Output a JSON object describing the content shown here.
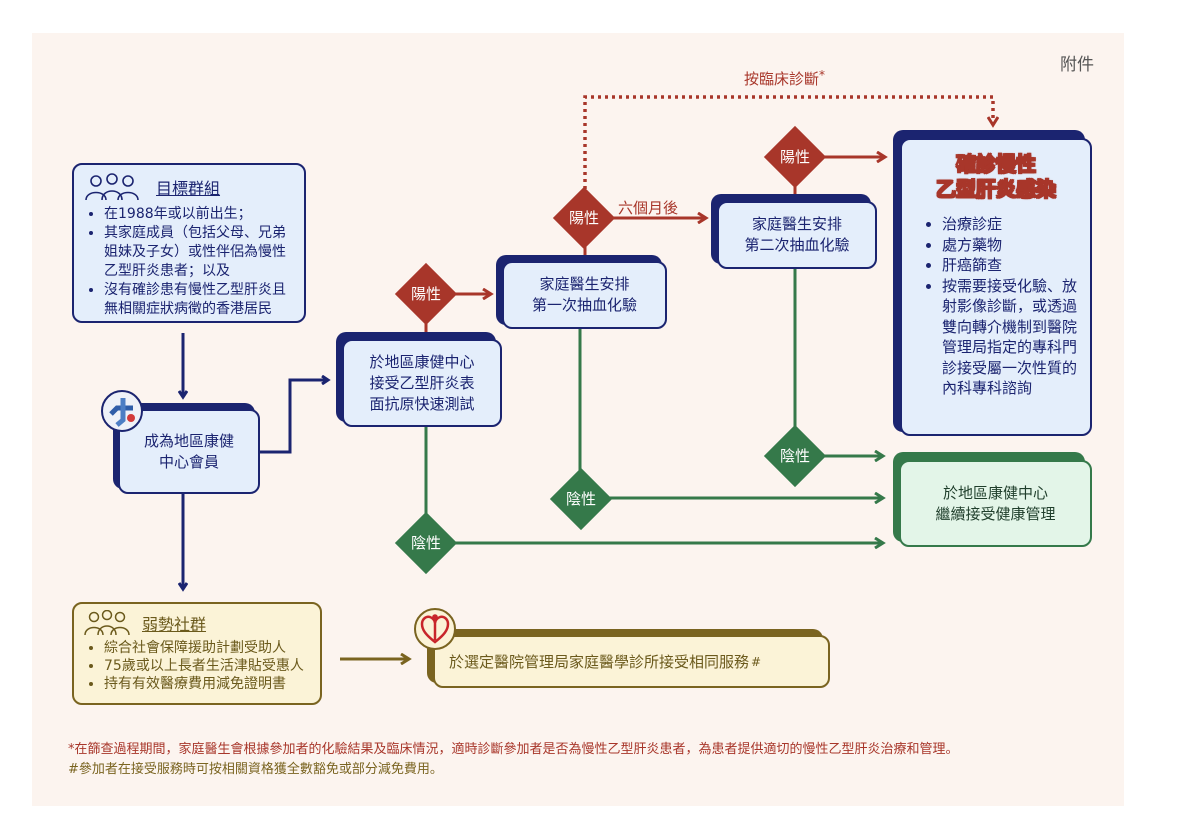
{
  "annex_label": "附件",
  "clinical_diagnosis_label": "按臨床診斷",
  "asterisk": "*",
  "hash": "#",
  "target_group": {
    "title": "目標群組",
    "icon": "people-group-icon",
    "items": [
      "在1988年或以前出生；",
      "其家庭成員（包括父母、兄弟姐妹及子女）或性伴侶為慢性乙型肝炎患者；以及",
      "沒有確診患有慢性乙型肝炎且無相關症狀病徵的香港居民"
    ]
  },
  "membership": {
    "text": "成為地區康健中心會員",
    "line1": "成為地區康健",
    "line2": "中心會員",
    "icon": "dhc-logo-icon"
  },
  "rapid_test": {
    "line1": "於地區康健中心",
    "line2": "接受乙型肝炎表",
    "line3": "面抗原快速測試"
  },
  "first_blood_test": {
    "line1": "家庭醫生安排",
    "line2": "第一次抽血化驗"
  },
  "second_blood_test": {
    "line1": "家庭醫生安排",
    "line2": "第二次抽血化驗"
  },
  "six_months_label": "六個月後",
  "positive_label": "陽性",
  "negative_label": "陰性",
  "confirmed": {
    "title_line1": "確診慢性",
    "title_line2": "乙型肝炎感染",
    "items": [
      "治療診症",
      "處方藥物",
      "肝癌篩查",
      "按需要接受化驗、放射影像診斷，或透過雙向轉介機制到醫院管理局指定的專科門診接受屬一次性質的內科專科諮詢"
    ]
  },
  "continue_management": {
    "line1": "於地區康健中心",
    "line2": "繼續接受健康管理"
  },
  "vulnerable_group": {
    "title": "弱勢社群",
    "icon": "people-group-icon",
    "items": [
      "綜合社會保障援助計劃受助人",
      "75歲或以上長者生活津貼受惠人",
      "持有有效醫療費用減免證明書"
    ]
  },
  "ha_service": {
    "text": "於選定醫院管理局家庭醫學診所接受相同服務",
    "icon": "hospital-authority-logo-icon"
  },
  "footnotes": {
    "star": "*在篩查過程期間，家庭醫生會根據參加者的化驗結果及臨床情況，適時診斷參加者是否為慢性乙型肝炎患者，為患者提供適切的慢性乙型肝炎治療和管理。",
    "hash": "#參加者在接受服務時可按相關資格獲全數豁免或部分減免費用。"
  },
  "colors": {
    "navy": "#1b2470",
    "red": "#a8362a",
    "green": "#35794a",
    "gold": "#7a6420",
    "background": "#fcf4ef"
  }
}
